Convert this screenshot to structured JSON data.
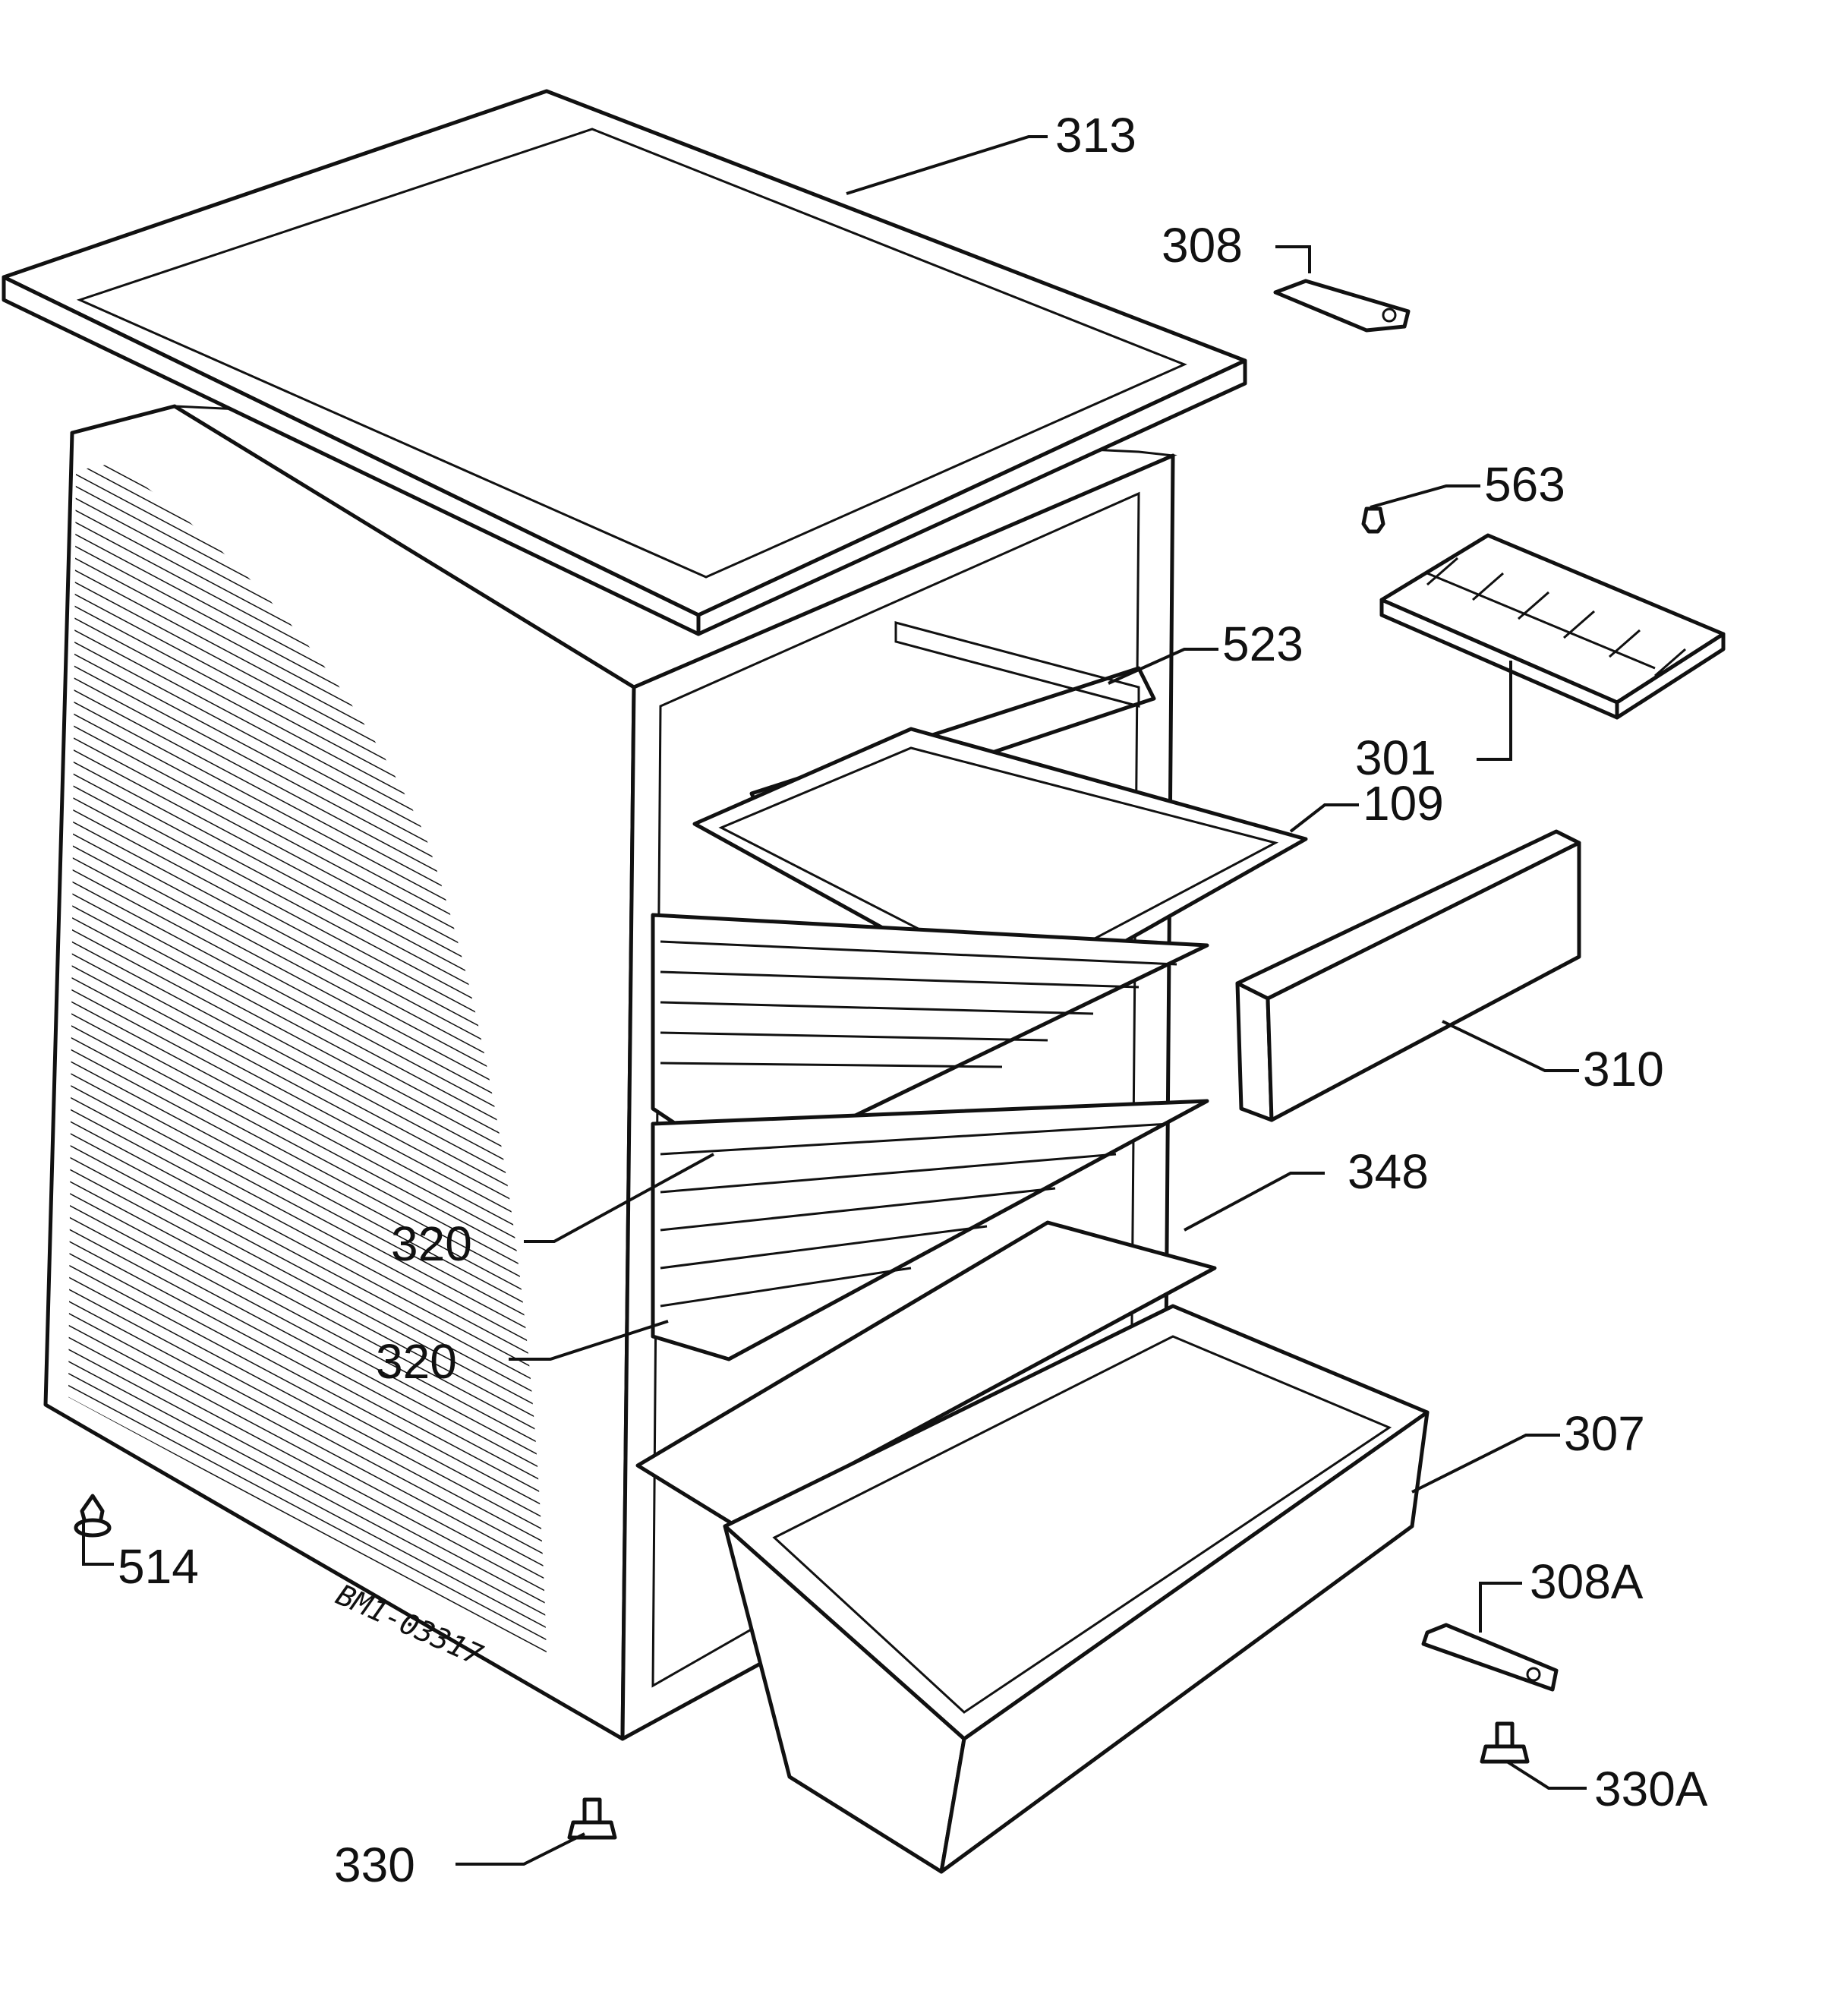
{
  "diagram": {
    "drawing_code": "BM1-03317",
    "parts": [
      {
        "id": "p313",
        "label": "313"
      },
      {
        "id": "p308",
        "label": "308"
      },
      {
        "id": "p563",
        "label": "563"
      },
      {
        "id": "p523",
        "label": "523"
      },
      {
        "id": "p301",
        "label": "301"
      },
      {
        "id": "p109",
        "label": "109"
      },
      {
        "id": "p310",
        "label": "310"
      },
      {
        "id": "p348",
        "label": "348"
      },
      {
        "id": "p320a",
        "label": "320"
      },
      {
        "id": "p320b",
        "label": "320"
      },
      {
        "id": "p307",
        "label": "307"
      },
      {
        "id": "p308a",
        "label": "308A"
      },
      {
        "id": "p514",
        "label": "514"
      },
      {
        "id": "p330",
        "label": "330"
      },
      {
        "id": "p330a",
        "label": "330A"
      }
    ]
  }
}
